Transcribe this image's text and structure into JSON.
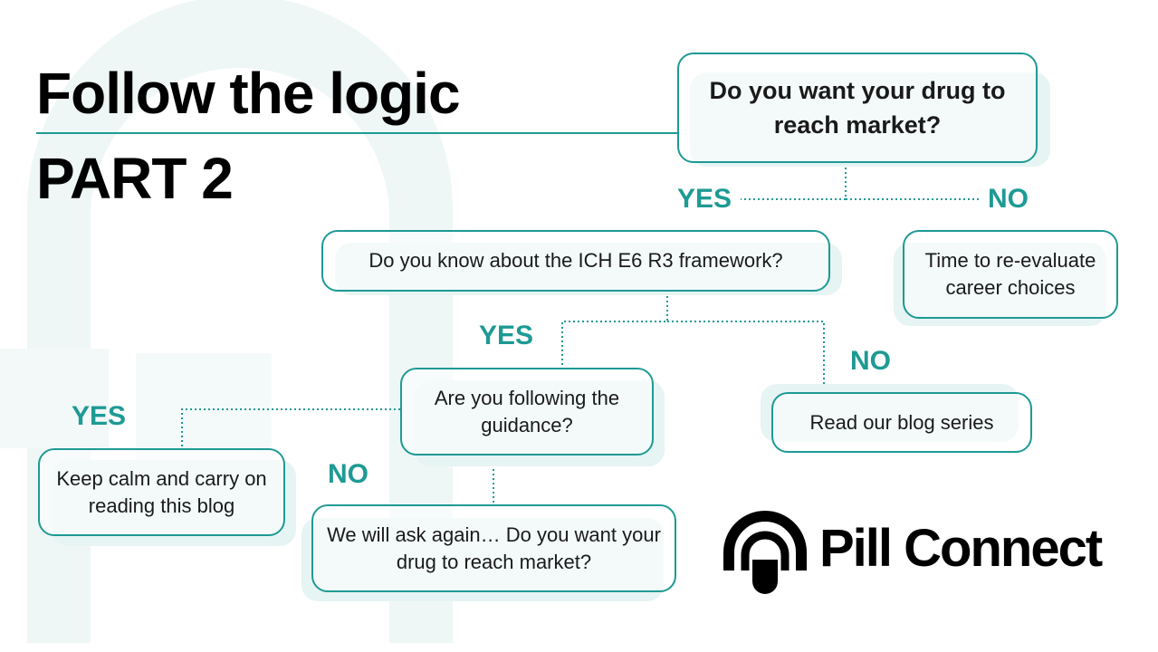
{
  "header": {
    "title": "Follow the logic",
    "subtitle": "PART 2"
  },
  "flowchart": {
    "nodes": {
      "q_market": "Do you want your drug to reach market?",
      "q_ich": "Do you know about the ICH E6 R3 framework?",
      "a_career": "Time to re-evaluate career choices",
      "q_guidance": "Are you following the guidance?",
      "a_blog_series": "Read our blog series",
      "a_keep_calm": "Keep calm and carry on reading this blog",
      "a_ask_again": "We will ask again… Do you want your drug to reach market?"
    },
    "edge_labels": {
      "market_yes": "YES",
      "market_no": "NO",
      "ich_yes": "YES",
      "ich_no": "NO",
      "guidance_yes": "YES",
      "guidance_no": "NO"
    }
  },
  "brand": {
    "name": "Pill Connect",
    "logo_icon": "pill-arch-icon"
  },
  "colors": {
    "accent": "#1e9a94",
    "background_shape": "#eef7f6",
    "node_shadow": "#e6f4f3",
    "text": "#000000"
  }
}
